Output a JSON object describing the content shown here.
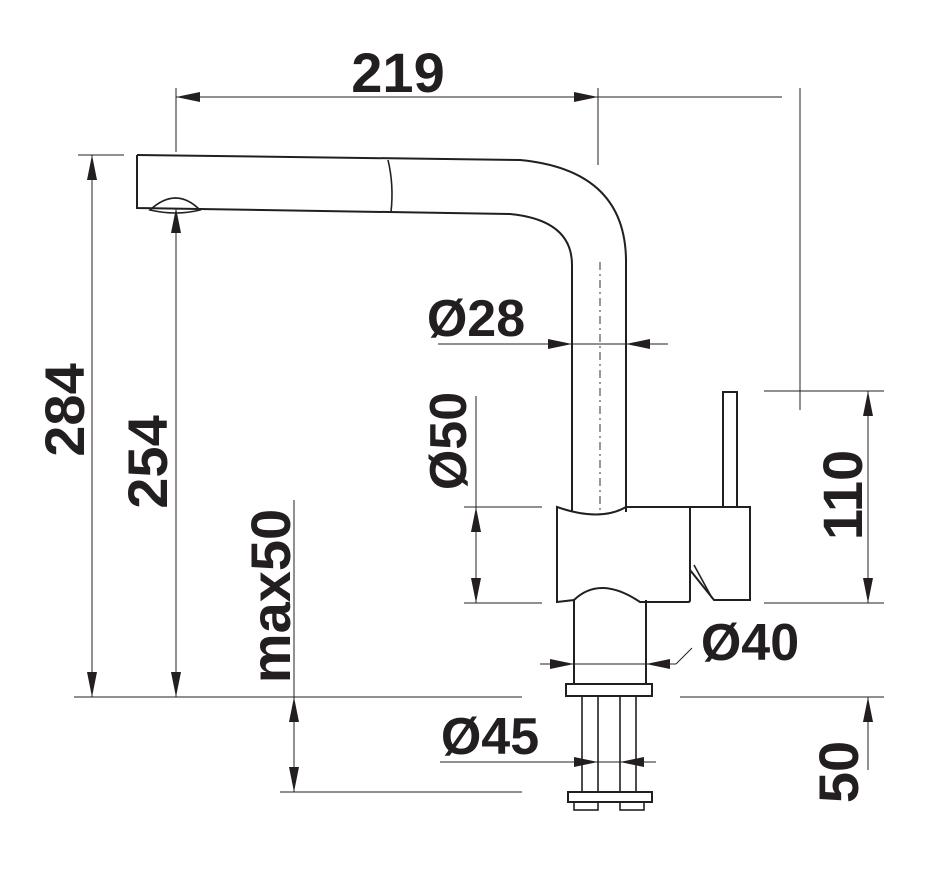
{
  "dimensions": {
    "width": "219",
    "height_total": "284",
    "height_outlet": "254",
    "thickness": "max50",
    "spout_diameter": "Ø28",
    "body_diameter": "Ø50",
    "base_diameter": "Ø40",
    "hole_diameter": "Ø45",
    "body_height": "110",
    "fixing_length": "50"
  },
  "colors": {
    "line": "#231f20",
    "background": "#ffffff"
  }
}
